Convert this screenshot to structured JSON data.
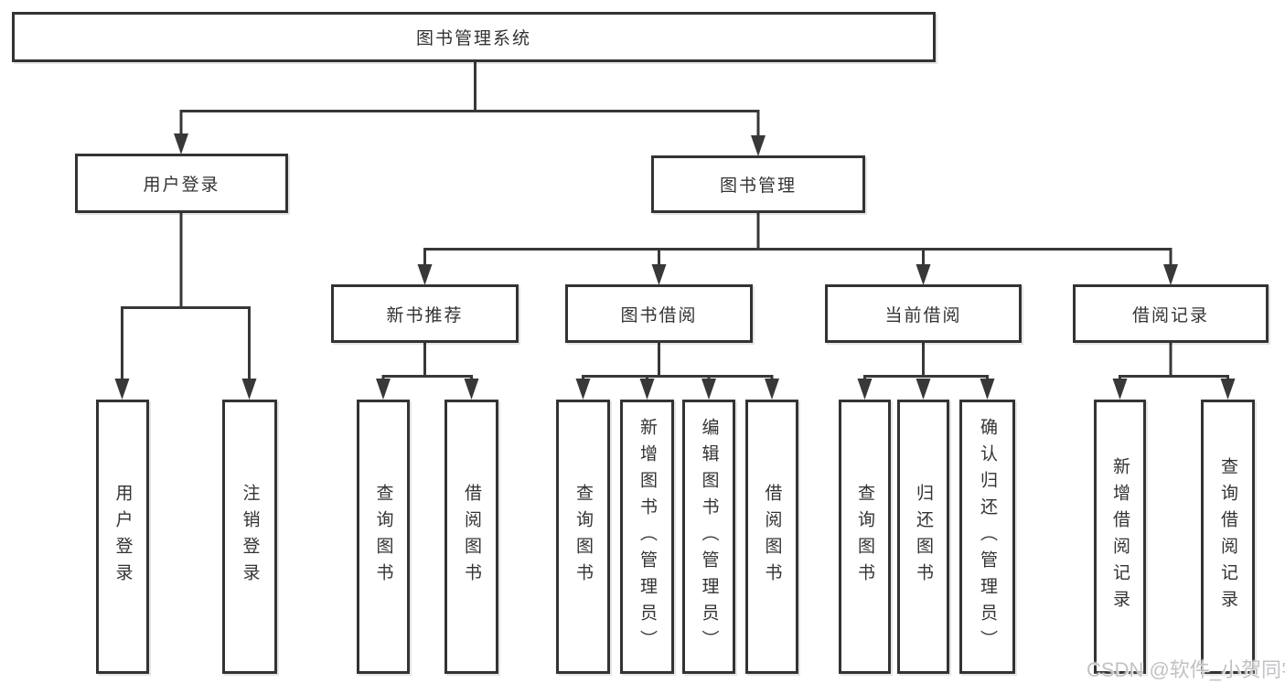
{
  "page": {
    "background": "#ffffff"
  },
  "colors": {
    "line": "#383838",
    "box_border": "#333333",
    "text": "#333333",
    "watermark_text": "#c2c2c6"
  },
  "diagram": {
    "title": "图书管理系统",
    "branches": [
      {
        "label": "用户登录",
        "children": [
          {
            "label": "用户登录"
          },
          {
            "label": "注销登录"
          }
        ]
      },
      {
        "label": "图书管理",
        "sections": [
          {
            "label": "新书推荐",
            "children": [
              {
                "label": "查询图书"
              },
              {
                "label": "借阅图书"
              }
            ]
          },
          {
            "label": "图书借阅",
            "children": [
              {
                "label": "查询图书"
              },
              {
                "label": "新增图书（管理员）"
              },
              {
                "label": "编辑图书（管理员）"
              },
              {
                "label": "借阅图书"
              }
            ]
          },
          {
            "label": "当前借阅",
            "children": [
              {
                "label": "查询图书"
              },
              {
                "label": "归还图书"
              },
              {
                "label": "确认归还（管理员）"
              }
            ]
          },
          {
            "label": "借阅记录",
            "children": [
              {
                "label": "新增借阅记录"
              },
              {
                "label": "查询借阅记录"
              }
            ]
          }
        ]
      }
    ]
  },
  "watermark": {
    "text": "CSDN @软件_小贺同学"
  }
}
